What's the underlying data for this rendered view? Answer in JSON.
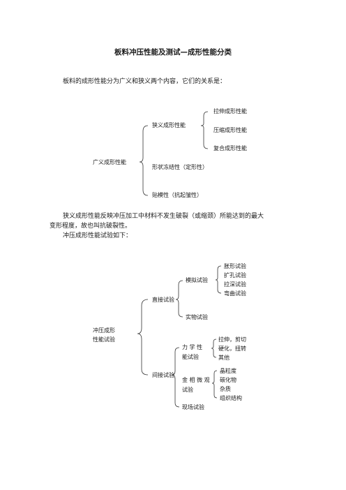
{
  "document": {
    "title": "板料冲压性能及测试—成形性能分类",
    "intro": "板料的成形性能分为广义和狭义两个内容，它们的关系是：",
    "para2_line1": "狭义成形性能反映冲压加工中材料不发生破裂（或缩颈）所能达到的最大",
    "para2_line2": "变形程度，故也叫抗破裂性。",
    "para3": "冲压成形性能试验如下："
  },
  "tree1": {
    "root": "广义成形性能",
    "narrow": "狭义成形性能",
    "narrow_children": [
      "拉伸成形性能",
      "压缩成形性能",
      "复合成形性能"
    ],
    "shape_fix": "形状冻结性（定形性）",
    "adhesion": "贴模性（抗起皱性）"
  },
  "tree2": {
    "root_line1": "冲压成形",
    "root_line2": "性能试验",
    "direct": "直接试验",
    "simulation": "模拟试验",
    "simulation_children": [
      "胀形试验",
      "扩孔试验",
      "拉深试验",
      "弯曲试验"
    ],
    "physical": "实物试验",
    "indirect": "间接试验",
    "mechanical_line1": "力 学 性",
    "mechanical_line2": "能试验",
    "mechanical_children": [
      "拉伸，剪切",
      "硬化，扭转",
      "其他"
    ],
    "metallographic_line1": "金 相 微 观",
    "metallographic_line2": "试验",
    "metallographic_children": [
      "晶粒度",
      "碳化物",
      "杂质",
      "组织结构"
    ],
    "field": "现场试验"
  }
}
